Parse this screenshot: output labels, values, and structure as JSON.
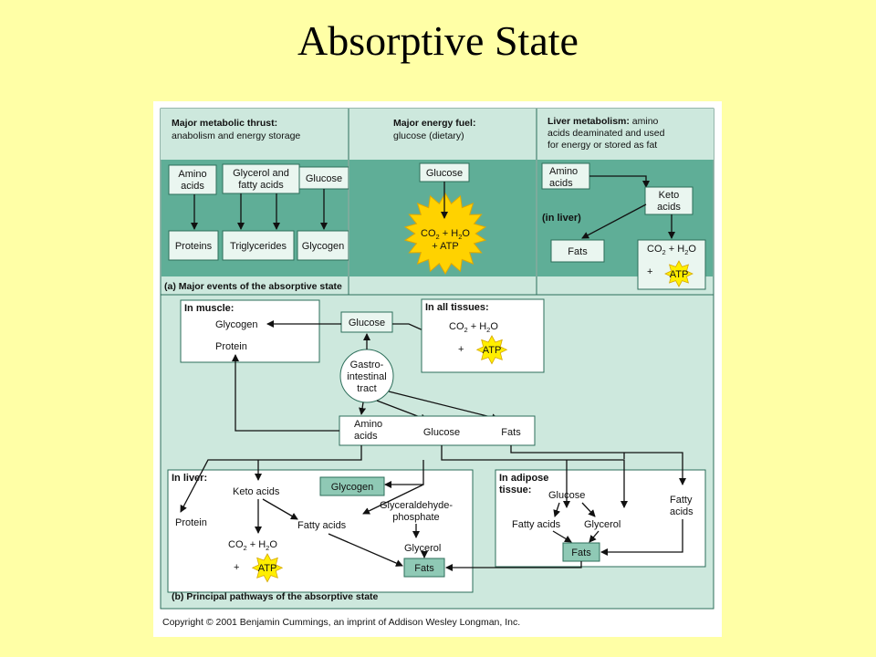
{
  "slide": {
    "title": "Absorptive State",
    "copyright": "Copyright © 2001 Benjamin Cummings, an imprint of Addison Wesley Longman, Inc."
  },
  "colors": {
    "background": "#ffffa6",
    "panel_light": "#cde8dd",
    "panel_dark": "#5fae97",
    "box_fill": "#eaf6f0",
    "highlight_box": "#8fc9b5",
    "sun": "#ffd200",
    "atp_star": "#ffee00",
    "border": "#2c6e5a"
  },
  "panel_a": {
    "headers": {
      "thrust": {
        "bold": "Major metabolic thrust:",
        "line2": "anabolism and energy storage"
      },
      "fuel": {
        "bold": "Major energy fuel:",
        "line2": "glucose (dietary)"
      },
      "liver": {
        "bold": "Liver metabolism:",
        "line1_rest": "amino",
        "line2": "acids deaminated and used",
        "line3": "for energy or stored as fat"
      }
    },
    "amino_acids": [
      "Amino",
      "acids"
    ],
    "glycerol_fatty": [
      "Glycerol and",
      "fatty acids"
    ],
    "glucose": "Glucose",
    "proteins": "Proteins",
    "triglycerides": "Triglycerides",
    "glycogen": "Glycogen",
    "center_glucose": "Glucose",
    "sun_line1": {
      "a": "CO",
      "sub1": "2",
      "b": " + H",
      "sub2": "2",
      "c": "O"
    },
    "sun_line2": "+ ATP",
    "liver_amino": [
      "Amino",
      "acids"
    ],
    "keto": [
      "Keto",
      "acids"
    ],
    "in_liver": "(in liver)",
    "fats": "Fats",
    "co2_h2o": {
      "a": "CO",
      "sub1": "2",
      "b": " + H",
      "sub2": "2",
      "c": "O"
    },
    "plus": "+",
    "atp": "ATP",
    "caption": "(a)  Major events of the absorptive state"
  },
  "panel_b": {
    "muscle": {
      "title": "In muscle:",
      "glycogen": "Glycogen",
      "protein": "Protein"
    },
    "glucose_top": "Glucose",
    "all_tissues": {
      "title": "In all tissues:",
      "co2": {
        "a": "CO",
        "sub1": "2",
        "b": " + H",
        "sub2": "2",
        "c": "O"
      },
      "plus": "+",
      "atp": "ATP"
    },
    "gi_tract": [
      "Gastro-",
      "intestinal",
      "tract"
    ],
    "absorbed": {
      "amino": [
        "Amino",
        "acids"
      ],
      "glucose": "Glucose",
      "fats": "Fats"
    },
    "liver": {
      "title": "In liver:",
      "keto_acids": "Keto acids",
      "glycogen": "Glycogen",
      "protein": "Protein",
      "fatty_acids": "Fatty acids",
      "g3p": [
        "Glyceraldehyde-",
        "phosphate"
      ],
      "co2": {
        "a": "CO",
        "sub1": "2",
        "b": " + H",
        "sub2": "2",
        "c": "O"
      },
      "plus": "+",
      "atp": "ATP",
      "glycerol": "Glycerol",
      "fats": "Fats"
    },
    "adipose": {
      "title": [
        "In adipose",
        "tissue:"
      ],
      "glucose": "Glucose",
      "fatty_acids_left": "Fatty acids",
      "glycerol": "Glycerol",
      "fatty_acids_right": [
        "Fatty",
        "acids"
      ],
      "fats": "Fats"
    },
    "caption": "(b)  Principal pathways of the absorptive state"
  }
}
